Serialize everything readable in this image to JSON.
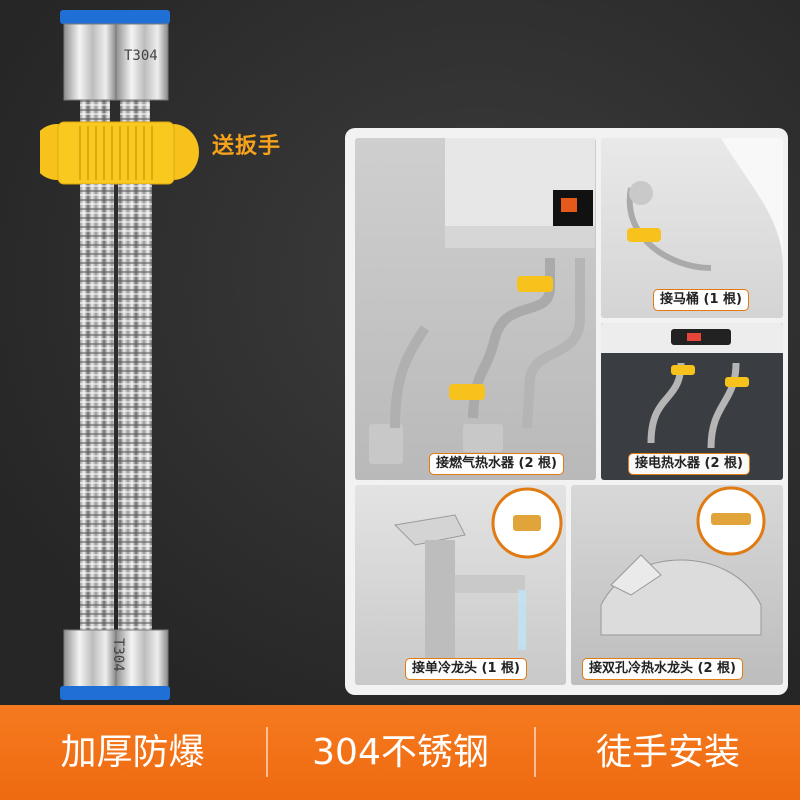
{
  "product": {
    "nut_marking_top": "T304",
    "nut_marking_bottom": "T304",
    "gift_label": "送扳手"
  },
  "usage_panel": {
    "items": [
      {
        "label": "接燃气热水器 (2 根)"
      },
      {
        "label": "接马桶 (1 根)"
      },
      {
        "label": "接电热水器 (2 根)"
      },
      {
        "label": "接单冷龙头 (1 根)"
      },
      {
        "label": "接双孔冷热水龙头 (2 根)"
      }
    ]
  },
  "feature_bar": {
    "items": [
      "加厚防爆",
      "304不锈钢",
      "徒手安装"
    ]
  },
  "colors": {
    "accent_orange": "#f57a1f",
    "wrench_yellow": "#f7c21b",
    "cap_blue": "#1f6fd6",
    "gift_text": "#f6a21a"
  },
  "icons": [
    "wrench-icon",
    "hex-nut-icon",
    "blue-washer-icon"
  ]
}
